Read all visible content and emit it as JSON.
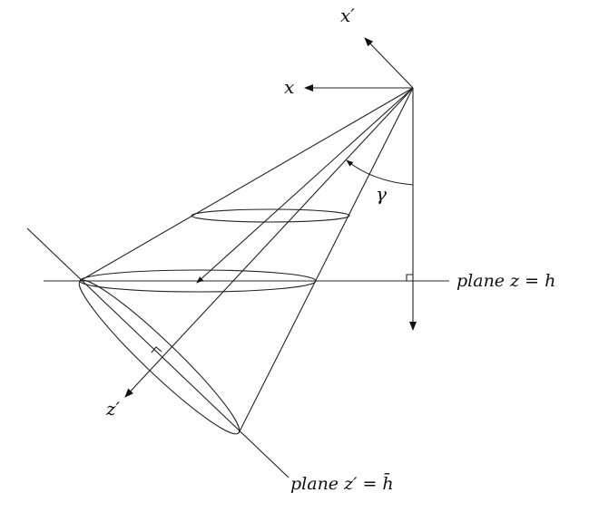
{
  "labels": {
    "x_prime": "x′",
    "x": "x",
    "gamma": "γ",
    "z_prime": "z′",
    "plane_zh": "plane z = h",
    "plane_zprime_hbar": "plane z′ = h̄"
  },
  "colors": {
    "stroke": "#222222",
    "background": "#ffffff"
  }
}
